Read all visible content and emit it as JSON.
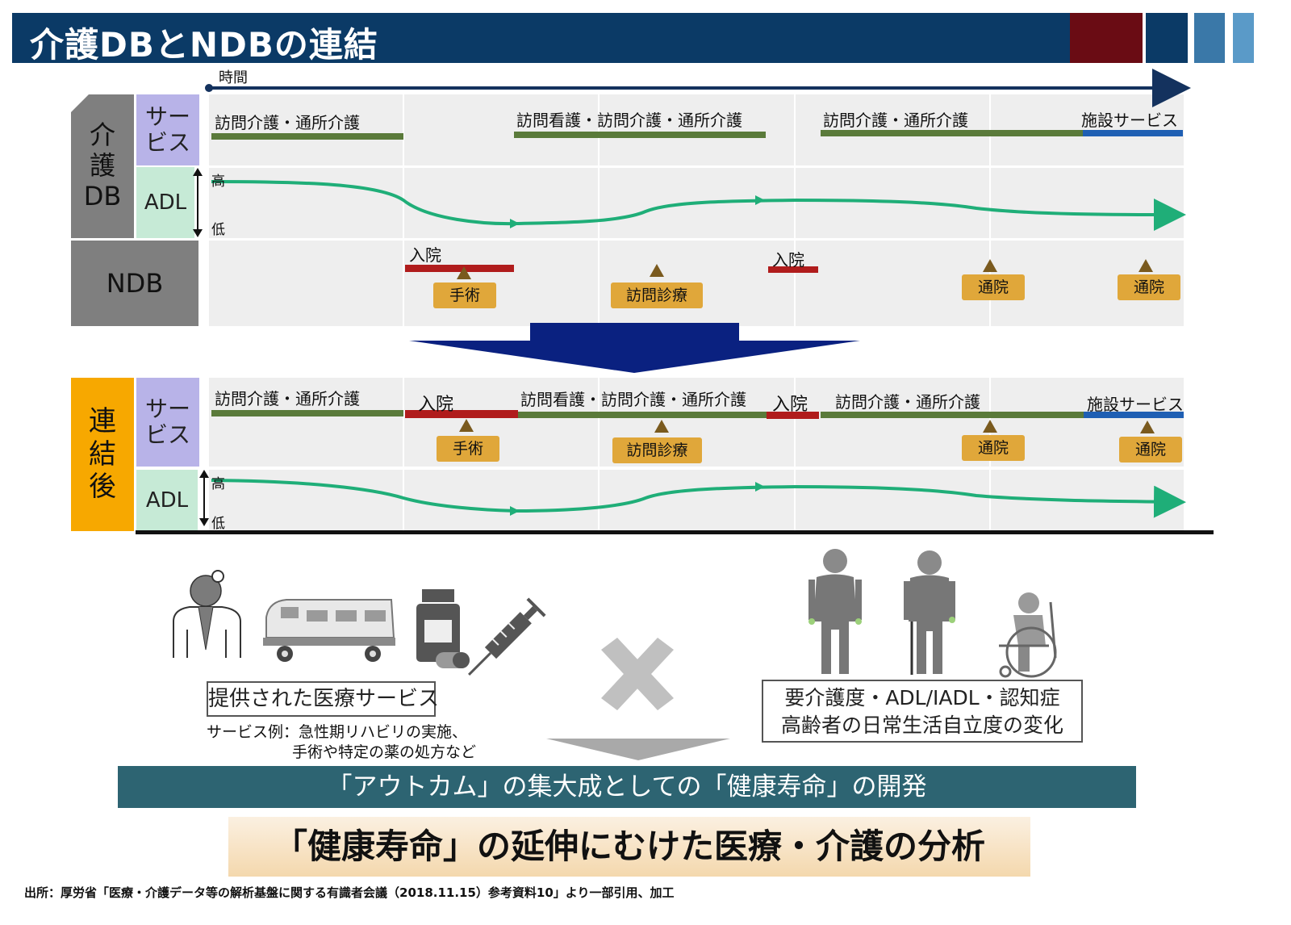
{
  "header": {
    "title": "介護DBとNDBの連結",
    "accent_colors": [
      "#6a0c14",
      "#0b3a66",
      "#3a78a8",
      "#5a9ac8"
    ]
  },
  "timeline": {
    "axis_label": "時間"
  },
  "kaigo_db": {
    "section_label": [
      "介",
      "護",
      "DB"
    ],
    "service_label": [
      "サー",
      "ビス"
    ],
    "adl_label": "ADL",
    "adl_high": "高",
    "adl_low": "低",
    "services": [
      {
        "label": "訪問介護・通所介護",
        "color": "#5a7a3a"
      },
      {
        "label": "訪問看護・訪問介護・通所介護",
        "color": "#5a7a3a"
      },
      {
        "label": "訪問介護・通所介護",
        "color": "#5a7a3a"
      },
      {
        "label": "施設サービス",
        "color": "#1f5fb3"
      }
    ]
  },
  "ndb": {
    "section_label": "NDB",
    "hospital_events": [
      "入院",
      "入院"
    ],
    "events": [
      "手術",
      "訪問診療",
      "通院",
      "通院"
    ],
    "hospital_color": "#b01c1c"
  },
  "linked": {
    "section_label": [
      "連",
      "結",
      "後"
    ],
    "service_label": [
      "サー",
      "ビス"
    ],
    "adl_label": "ADL",
    "adl_high": "高",
    "adl_low": "低",
    "services": [
      "訪問介護・通所介護",
      "入院",
      "訪問看護・訪問介護・通所介護",
      "入院",
      "訪問介護・通所介護",
      "施設サービス"
    ],
    "events": [
      "手術",
      "訪問診療",
      "通院",
      "通院"
    ]
  },
  "bottom": {
    "medical_box": "提供された医療サービス",
    "medical_note_1": "サービス例：急性期リハビリの実施、",
    "medical_note_2": "手術や特定の薬の処方など",
    "care_box_1": "要介護度・ADL/IADL・認知症",
    "care_box_2": "高齢者の日常生活自立度の変化",
    "banner": "「アウトカム」の集大成としての「健康寿命」の開発",
    "conclusion": "「健康寿命」の延伸にむけた医療・介護の分析",
    "source": "出所：厚労省「医療・介護データ等の解析基盤に関する有識者会議（2018.11.15）参考資料10」より一部引用、加工",
    "icons": [
      "doctor-icon",
      "ambulance-icon",
      "medicine-bottle-icon",
      "syringe-icon",
      "cross-icon",
      "elderly-person-icon",
      "elderly-cane-icon",
      "wheelchair-icon",
      "down-arrow-icon"
    ]
  }
}
